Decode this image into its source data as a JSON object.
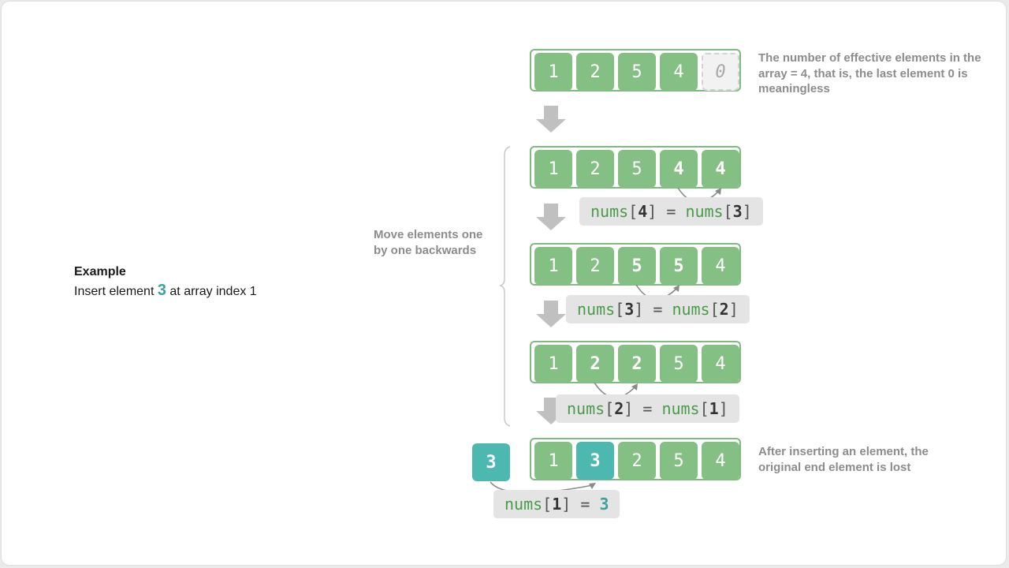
{
  "example": {
    "title": "Example",
    "desc_before": "Insert element ",
    "element": "3",
    "desc_after": " at array index 1"
  },
  "side_label": "Move elements one by one backwards",
  "notes": {
    "top": "The number of effective elements in the array = 4, that is, the last element 0 is meaningless",
    "bottom": "After inserting an element, the original end element is lost"
  },
  "arrays": [
    [
      "1",
      "2",
      "5",
      "4",
      "0"
    ],
    [
      "1",
      "2",
      "5",
      "4",
      "4"
    ],
    [
      "1",
      "2",
      "5",
      "5",
      "4"
    ],
    [
      "1",
      "2",
      "2",
      "5",
      "4"
    ],
    [
      "1",
      "3",
      "2",
      "5",
      "4"
    ]
  ],
  "loose_element": "3",
  "assignments": [
    {
      "lhs_fn": "nums",
      "lhs_idx": "4",
      "eq": " = ",
      "rhs_fn": "nums",
      "rhs_idx": "3"
    },
    {
      "lhs_fn": "nums",
      "lhs_idx": "3",
      "eq": " = ",
      "rhs_fn": "nums",
      "rhs_idx": "2"
    },
    {
      "lhs_fn": "nums",
      "lhs_idx": "2",
      "eq": " = ",
      "rhs_fn": "nums",
      "rhs_idx": "1"
    },
    {
      "lhs_fn": "nums",
      "lhs_idx": "1",
      "eq": " = ",
      "rhs_val": "3"
    }
  ],
  "colors": {
    "cell": "#84bf84",
    "cell_border": "#7fba7f",
    "highlight": "#4db8b0",
    "text_gray": "#8c8c8c",
    "arrow": "#c0c0c0"
  }
}
